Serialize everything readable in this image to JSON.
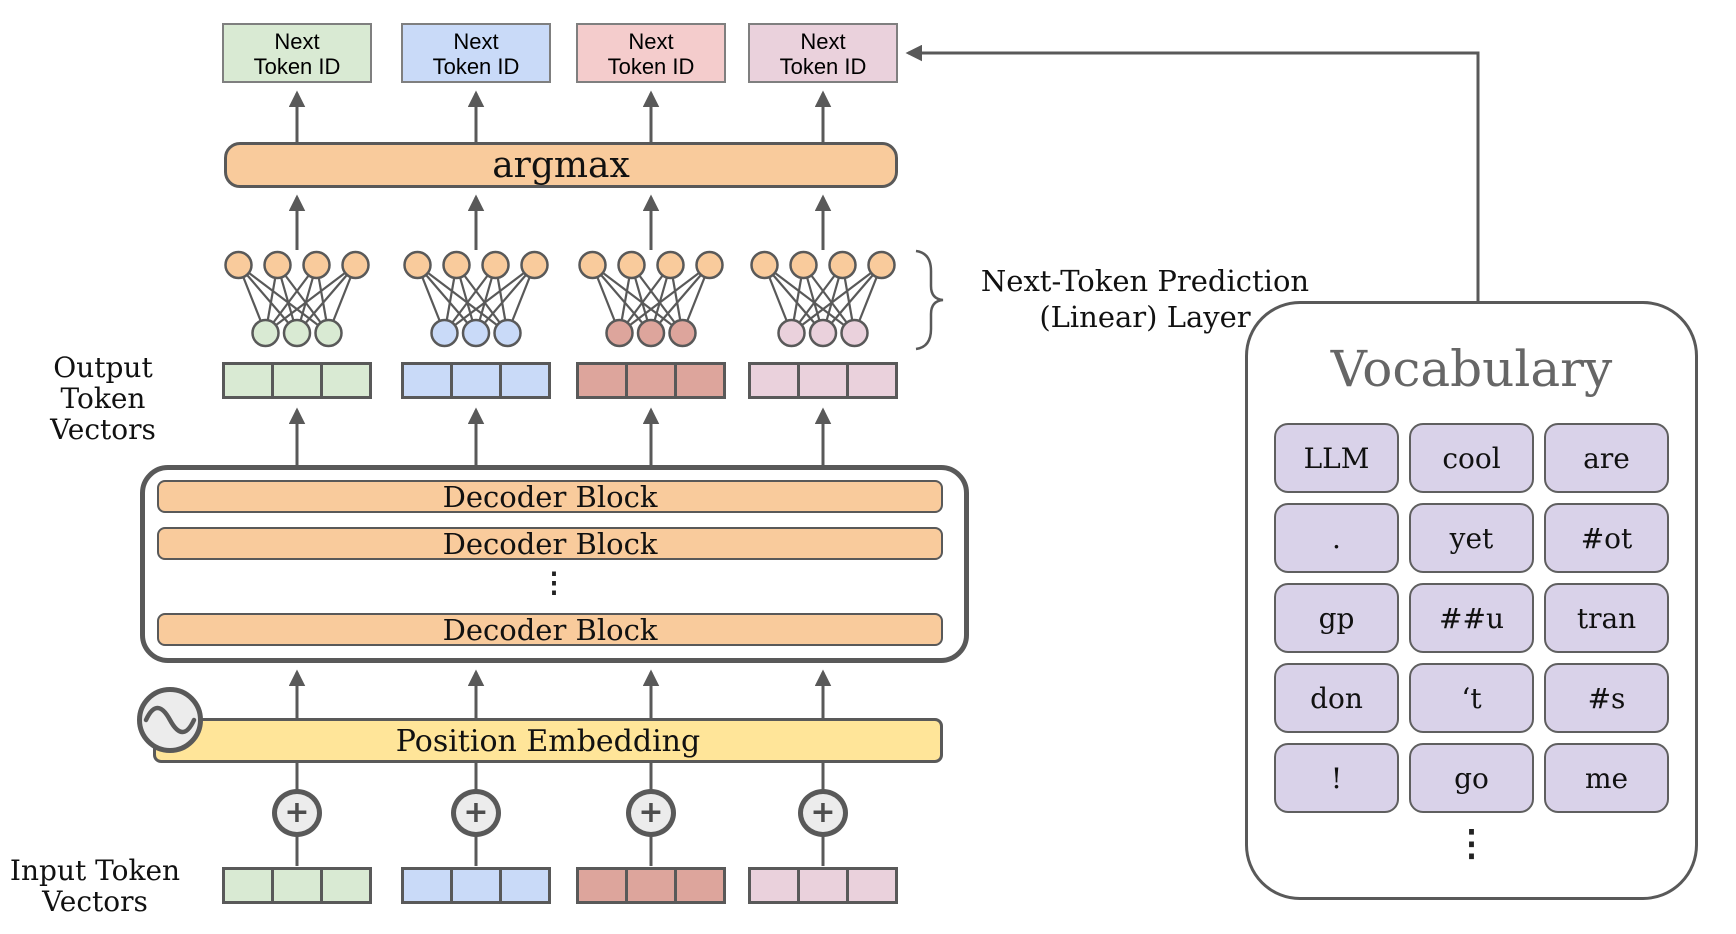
{
  "labels": {
    "next_token": {
      "line1": "Next",
      "line2": "Token ID"
    },
    "argmax": "argmax",
    "linear_layer": {
      "line1": "Next-Token Prediction",
      "line2": "(Linear) Layer"
    },
    "output_vectors": {
      "line1": "Output Token",
      "line2": "Vectors"
    },
    "position_embedding": "Position Embedding",
    "input_vectors": {
      "line1": "Input Token",
      "line2": "Vectors"
    },
    "plus": "+"
  },
  "decoder": {
    "blocks": [
      "Decoder Block",
      "Decoder Block",
      "Decoder Block"
    ],
    "dots": "⋮"
  },
  "vocabulary": {
    "title": "Vocabulary",
    "rows": [
      [
        "LLM",
        "cool",
        "are"
      ],
      [
        ".",
        "yet",
        "#ot"
      ],
      [
        "gp",
        "##u",
        "tran"
      ],
      [
        "don",
        "‘t",
        "#s"
      ],
      [
        "!",
        "go",
        "me"
      ]
    ],
    "ellipsis": "⋮"
  },
  "colors": {
    "green": "#d9ead3",
    "blue": "#c9daf8",
    "red_light": "#f4cccc",
    "red": "#dda59c",
    "pink": "#ead1dc",
    "orange": "#f9cb9c",
    "yellow": "#ffe599",
    "purple": "#d9d2e9",
    "gray_fill": "#ececec",
    "line": "#595959",
    "title_gray": "#666666"
  }
}
